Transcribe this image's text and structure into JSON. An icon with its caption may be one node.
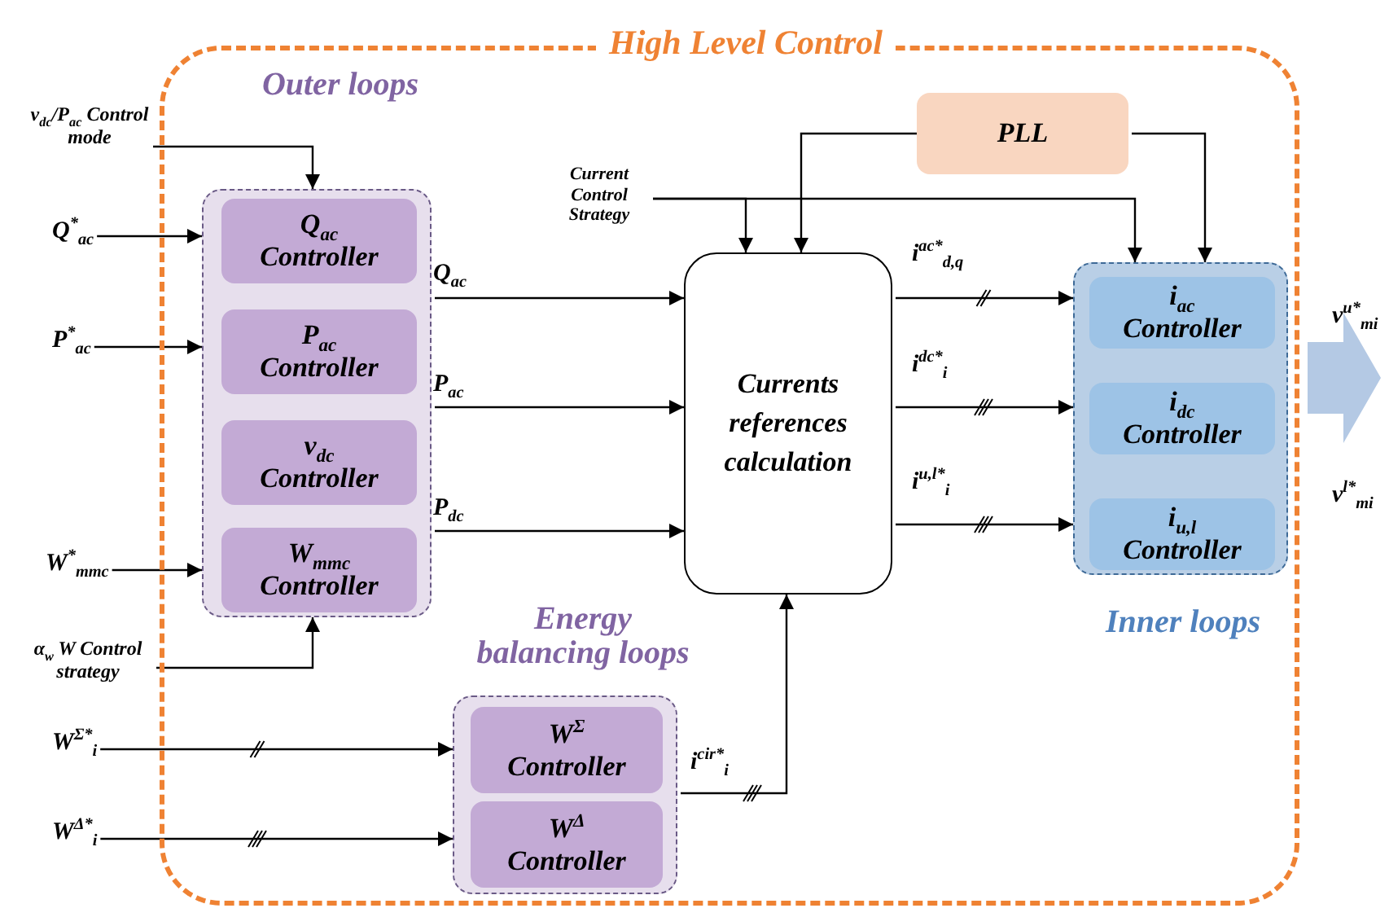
{
  "diagram": {
    "nodes": [
      {
        "text": [
          "High Level Control"
        ]
      },
      {
        "text": [
          "Outer loops"
        ],
        "in": 0
      },
      {
        "text": [
          "Q$_{ac}$",
          "Controller"
        ],
        "in": 1
      },
      {
        "text": [
          "P$_{ac}$",
          "Controller"
        ],
        "in": 1
      },
      {
        "text": [
          "v$_{dc}$",
          "Controller"
        ],
        "in": 1
      },
      {
        "text": [
          "W$_{mmc}$",
          "Controller"
        ],
        "in": 1
      },
      {
        "text": [
          "Currents references calculation"
        ],
        "in": 0
      },
      {
        "text": [
          "PLL"
        ],
        "in": 0
      },
      {
        "text": [
          "Inner loops"
        ],
        "in": 0
      },
      {
        "text": [
          "i$_{ac}$",
          "Controller"
        ],
        "in": 8
      },
      {
        "text": [
          "i$_{dc}$",
          "Controller"
        ],
        "in": 8
      },
      {
        "text": [
          "i$_{u,l}$",
          "Controller"
        ],
        "in": 8
      },
      {
        "text": [
          "Energy balancing loops"
        ],
        "in": 0
      },
      {
        "text": [
          "W$^{Σ}$",
          "Controller"
        ],
        "in": 12
      },
      {
        "text": [
          "W$^{Δ}$",
          "Controller"
        ],
        "in": 12
      },
      {
        "text": [
          "v$_{dc}$/P$_{ac}$ Control mode"
        ]
      },
      {
        "text": [
          "Q$^{*}$$_{ac}$"
        ]
      },
      {
        "text": [
          "P$^{*}$$_{ac}$"
        ]
      },
      {
        "text": [
          "W$^{*}$$_{mmc}$"
        ]
      },
      {
        "text": [
          "α$_{w}$ W Control strategy"
        ]
      },
      {
        "text": [
          "Current Control Strategy"
        ],
        "in": 0
      },
      {
        "text": [
          "W$^{Σ*}$$_{i}$"
        ]
      },
      {
        "text": [
          "W$^{Δ*}$$_{i}$"
        ]
      }
    ],
    "edges": [
      {
        "from": 15,
        "to": 1,
        "arrow": "to"
      },
      {
        "from": 16,
        "to": 1,
        "arrow": "to"
      },
      {
        "from": 17,
        "to": 1,
        "arrow": "to"
      },
      {
        "from": 18,
        "to": 1,
        "arrow": "to"
      },
      {
        "from": 19,
        "to": 1,
        "arrow": "to"
      },
      {
        "from": 1,
        "to": 6,
        "arrow": "to",
        "label": "Q$_{ac}$"
      },
      {
        "from": 1,
        "to": 6,
        "arrow": "to",
        "label": "P$_{ac}$"
      },
      {
        "from": 1,
        "to": 6,
        "arrow": "to",
        "label": "P$_{dc}$"
      },
      {
        "from": 20,
        "to": 6,
        "arrow": "to"
      },
      {
        "from": 20,
        "to": 8,
        "arrow": "to"
      },
      {
        "from": 7,
        "to": 6,
        "arrow": "to"
      },
      {
        "from": 7,
        "to": 8,
        "arrow": "to"
      },
      {
        "from": 6,
        "to": 8,
        "arrow": "to",
        "label": "i$^{ac*}$$_{d,q}$"
      },
      {
        "from": 6,
        "to": 8,
        "arrow": "to",
        "label": "i$^{dc*}$$_{i}$"
      },
      {
        "from": 6,
        "to": 8,
        "arrow": "to",
        "label": "i$^{u,l*}$$_{i}$"
      },
      {
        "from": 12,
        "to": 6,
        "arrow": "to",
        "label": "i$^{cir*}$$_{i}$"
      },
      {
        "from": 21,
        "to": 12,
        "arrow": "to"
      },
      {
        "from": 22,
        "to": 12,
        "arrow": "to"
      },
      {
        "from": 8,
        "to": null,
        "arrow": "to",
        "style": "thick",
        "color": "#b4c9e4"
      }
    ],
    "labels": [
      "v$^{u*}$$_{mi}$",
      "v$^{l*}$$_{mi}$"
    ]
  }
}
